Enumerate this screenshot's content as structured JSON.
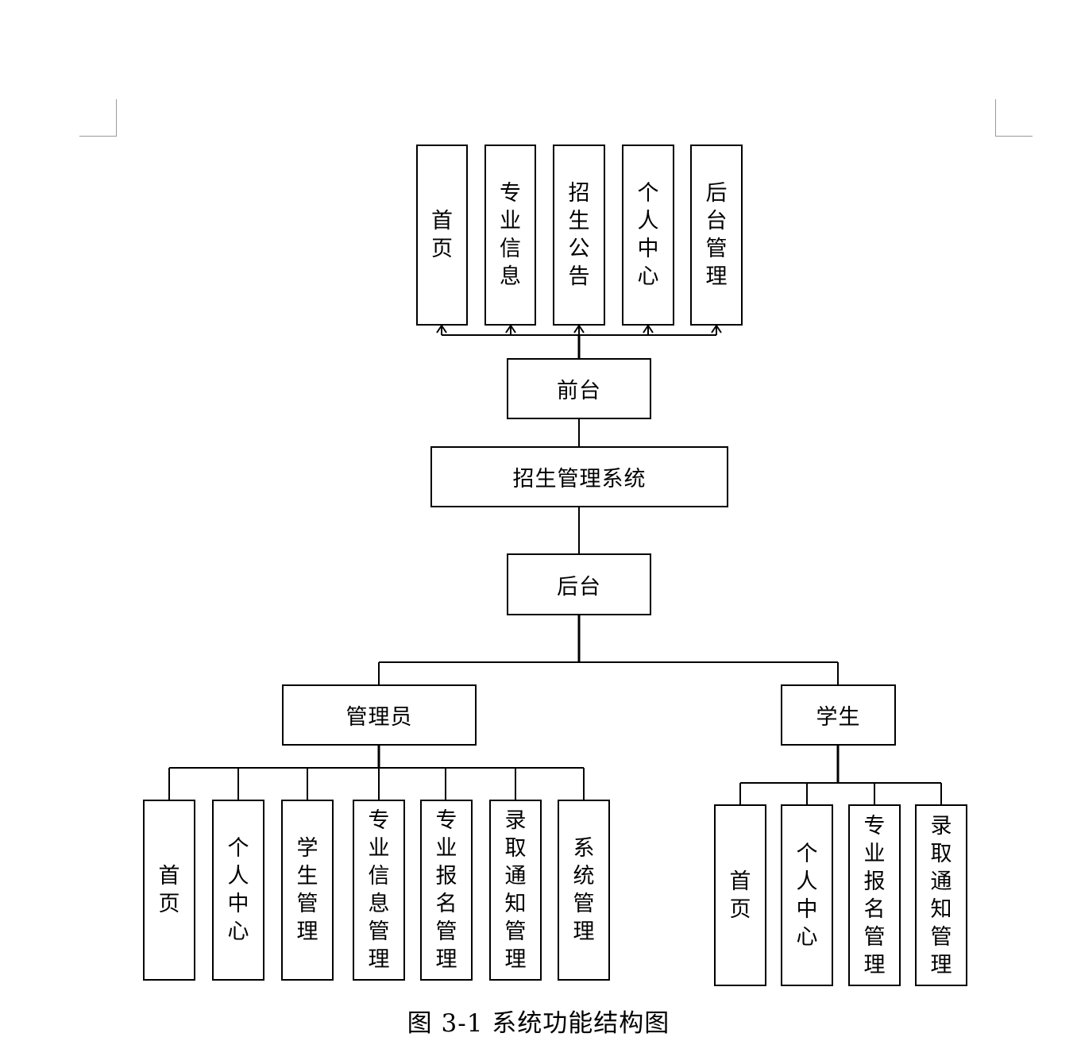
{
  "diagram": {
    "root": {
      "label": "招生管理系统"
    },
    "frontend": {
      "label": "前台",
      "children": [
        "首页",
        "专业信息",
        "招生公告",
        "个人中心",
        "后台管理"
      ]
    },
    "backend": {
      "label": "后台",
      "admin": {
        "label": "管理员",
        "children": [
          "首页",
          "个人中心",
          "学生管理",
          "专业信息管理",
          "专业报名管理",
          "录取通知管理",
          "系统管理"
        ]
      },
      "student": {
        "label": "学生",
        "children": [
          "首页",
          "个人中心",
          "专业报名管理",
          "录取通知管理"
        ]
      }
    }
  },
  "caption": "图 3-1 系统功能结构图"
}
